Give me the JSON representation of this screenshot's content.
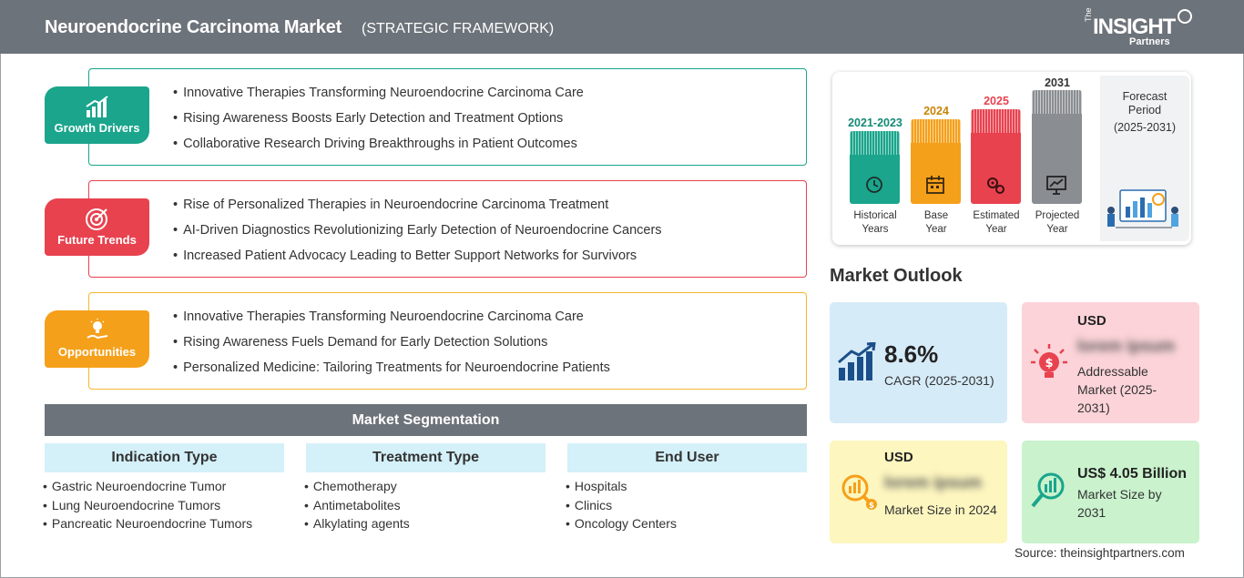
{
  "header": {
    "title": "Neuroendocrine Carcinoma Market",
    "subtitle": "(STRATEGIC FRAMEWORK)",
    "logo_the": "The",
    "logo_insight": "INSIGHT",
    "logo_partners": "Partners"
  },
  "drivers": {
    "growth": {
      "label": "Growth Drivers",
      "color": "#1aa58c",
      "icon": "bar-chart-growth-icon",
      "items": [
        "Innovative Therapies Transforming Neuroendocrine Carcinoma Care",
        "Rising Awareness Boosts Early Detection and Treatment Options",
        "Collaborative Research Driving Breakthroughs in Patient Outcomes"
      ]
    },
    "trends": {
      "label": "Future Trends",
      "color": "#e8424f",
      "icon": "target-icon",
      "items": [
        "Rise of Personalized Therapies in Neuroendocrine Carcinoma Treatment",
        "AI-Driven Diagnostics Revolutionizing Early Detection of Neuroendocrine Cancers",
        "Increased Patient Advocacy Leading to Better Support Networks for Survivors"
      ]
    },
    "opportunities": {
      "label": "Opportunities",
      "color": "#f5a01a",
      "icon": "lightbulb-hand-icon",
      "items": [
        "Innovative Therapies Transforming Neuroendocrine Carcinoma Care",
        "Rising Awareness Fuels Demand for Early Detection Solutions",
        "Personalized Medicine: Tailoring Treatments for Neuroendocrine Patients"
      ]
    }
  },
  "segmentation": {
    "title": "Market Segmentation",
    "columns": [
      {
        "heading": "Indication Type",
        "items": [
          "Gastric Neuroendocrine Tumor",
          "Lung Neuroendocrine Tumors",
          "Pancreatic Neuroendocrine Tumors"
        ]
      },
      {
        "heading": "Treatment Type",
        "items": [
          "Chemotherapy",
          "Antimetabolites",
          "Alkylating agents"
        ]
      },
      {
        "heading": "End User",
        "items": [
          "Hospitals",
          "Clinics",
          "Oncology Centers"
        ]
      }
    ]
  },
  "timeline": {
    "bars": [
      {
        "year": "2021-2023",
        "label_1": "Historical",
        "label_2": "Years",
        "color": "#1aa58c",
        "icon": "history-clock-icon"
      },
      {
        "year": "2024",
        "label_1": "Base",
        "label_2": "Year",
        "color": "#f5a01a",
        "icon": "calendar-icon"
      },
      {
        "year": "2025",
        "label_1": "Estimated",
        "label_2": "Year",
        "color": "#e8424f",
        "icon": "gears-icon"
      },
      {
        "year": "2031",
        "label_1": "Projected",
        "label_2": "Year",
        "color": "#8a8d91",
        "icon": "presentation-chart-icon"
      }
    ],
    "forecast_title": "Forecast Period",
    "forecast_range": "(2025-2031)"
  },
  "outlook": {
    "title": "Market Outlook",
    "cagr_value": "8.6%",
    "cagr_label": "CAGR (2025-2031)",
    "addressable_currency": "USD",
    "addressable_value": "lorem ipsum",
    "addressable_label": "Addressable Market (2025-2031)",
    "size_currency": "USD",
    "size_value": "lorem ipsum",
    "size_label": "Market Size in 2024",
    "size2031_value": "US$ 4.05 Billion",
    "size2031_label": "Market Size by 2031",
    "colors": {
      "cagr": "#d6ebf8",
      "addressable": "#fbd3d8",
      "size": "#fdf6bf",
      "size2031": "#c9f2cd"
    }
  },
  "source": "Source: theinsightpartners.com"
}
